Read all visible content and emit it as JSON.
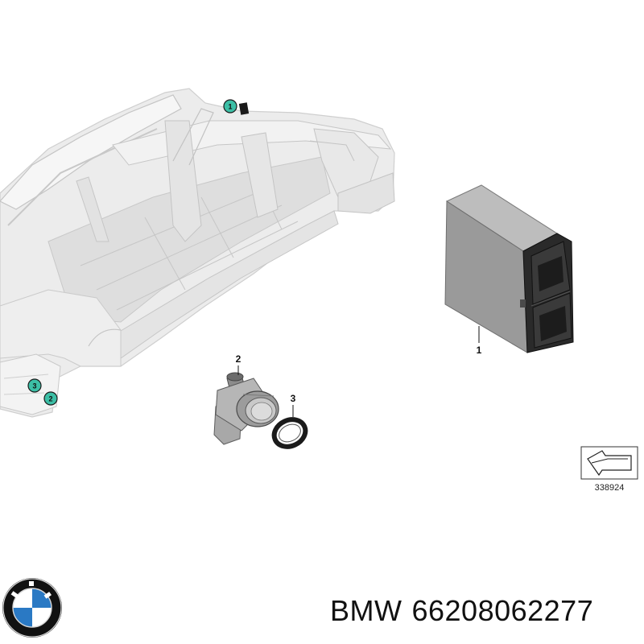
{
  "callouts": {
    "part1": "1",
    "part2": "2",
    "part3": "3",
    "badge_roof": "1",
    "badge_front_upper": "3",
    "badge_front_lower": "2"
  },
  "reference_number": "338924",
  "caption": {
    "brand": "BMW",
    "part_number": "66208062277"
  },
  "logo": {
    "lettering": "BMW",
    "colors": {
      "blue": "#2a79c4",
      "ring": "#111111",
      "white": "#ffffff"
    }
  },
  "colors": {
    "badge": "#3cbfa6",
    "body": "#e9e9e9",
    "module": "#9a9a9a"
  }
}
